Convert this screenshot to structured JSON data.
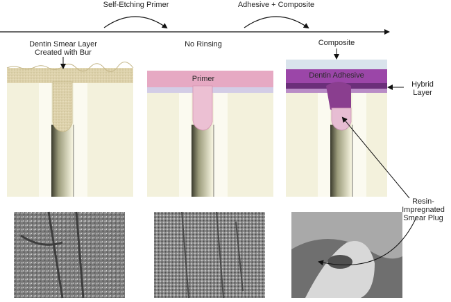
{
  "steps": {
    "self_etching_primer": "Self-Etching Primer",
    "adhesive_composite": "Adhesive + Composite"
  },
  "panels": {
    "smear": {
      "caption_line1": "Dentin Smear Layer",
      "caption_line2": "Created with Bur"
    },
    "no_rinse": {
      "caption": "No Rinsing",
      "layer_label": "Primer"
    },
    "composite": {
      "caption": "Composite",
      "layer_label": "Dentin Adhesive"
    }
  },
  "callouts": {
    "hybrid_line1": "Hybrid",
    "hybrid_line2": "Layer",
    "plug_line1": "Resin-",
    "plug_line2": "Impregnated",
    "plug_line3": "Smear Plug"
  },
  "colors": {
    "dentin": "#f3f1dc",
    "tubule_light": "#fbfaf0",
    "tubule_shadow": "#4a4a3a",
    "smear": "#ddd2ac",
    "primer": "#e6a9c3",
    "primer_band": "#d3cde6",
    "composite_top": "#d9e3ec",
    "adhesive": "#9b46a8",
    "hybrid": "#6b2f7a",
    "plug": "#c78fb2"
  }
}
